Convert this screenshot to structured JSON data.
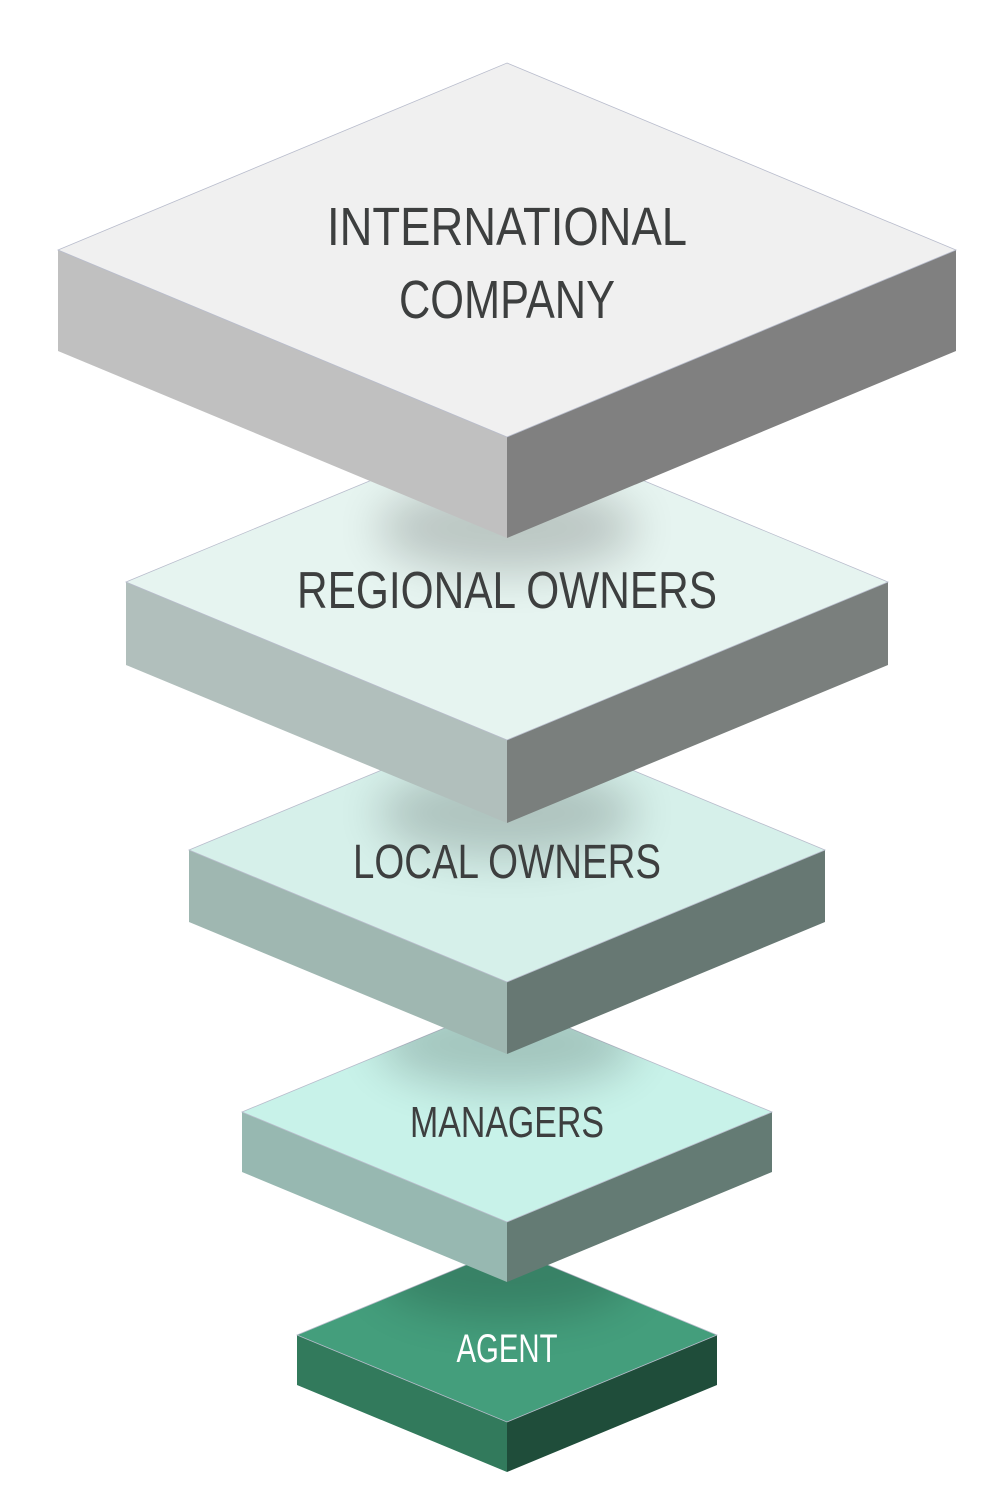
{
  "diagram": {
    "type": "stacked-isometric-hierarchy",
    "layers": [
      {
        "lines": [
          "INTERNATIONAL",
          "COMPANY"
        ],
        "top": "#f0f0f0",
        "left": "#c0c0c0",
        "right": "#808080",
        "text": "#3d3f3f"
      },
      {
        "lines": [
          "REGIONAL OWNERS"
        ],
        "top": "#e6f4f0",
        "left": "#b1bfbc",
        "right": "#7a7f7d",
        "text": "#3d3f3f"
      },
      {
        "lines": [
          "LOCAL OWNERS"
        ],
        "top": "#d6f0ea",
        "left": "#9fb7b1",
        "right": "#677873",
        "text": "#3d3f3f"
      },
      {
        "lines": [
          "MANAGERS"
        ],
        "top": "#c8f2e9",
        "left": "#97b8b1",
        "right": "#647b74",
        "text": "#3d3f3f"
      },
      {
        "lines": [
          "AGENT"
        ],
        "top": "#449e7c",
        "left": "#327a5c",
        "right": "#1f4d3a",
        "text": "#ffffff"
      }
    ]
  }
}
